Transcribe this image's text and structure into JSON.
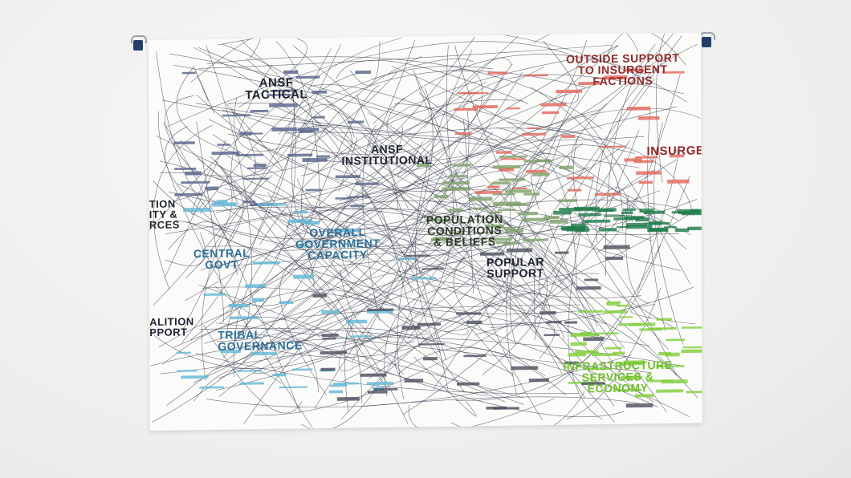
{
  "poster": {
    "labels": {
      "outside_support": "OUTSIDE SUPPORT\nTO INSURGENT\nFACTIONS",
      "ansf_tactical": "ANSF\nTACTICAL",
      "ansf_institutional": "ANSF\nINSTITUTIONAL",
      "insurgents": "INSURGE",
      "population": "POPULATION\nCONDITIONS\n& BELIEFS",
      "popular_support": "POPULAR\nSUPPORT",
      "overall_government": "OVERALL\nGOVERNMENT\nCAPACITY",
      "central_govt": "CENTRAL\nGOVT",
      "tribal_governance": "TRIBAL\nGOVERNANCE",
      "coalition_support": "ALITION\nPPORT",
      "left_cut": "TION\nITY &\nRCES",
      "infrastructure": "INFRASTRUCTURE\nSERVICES &\nECONOMY"
    },
    "colors": {
      "dark": "#1f2330",
      "red": "#8e2a2a",
      "blue": "#2a6f9a",
      "green": "#1e7a4a",
      "lime": "#7fce3a",
      "orange_red": "#e4655a"
    }
  }
}
